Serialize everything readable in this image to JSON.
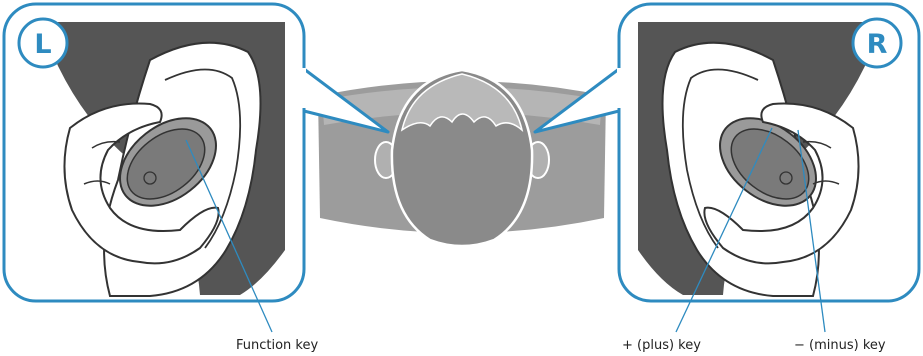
{
  "colors": {
    "accent": "#2e8bc0",
    "badge_fill": "#ffffff",
    "head": "#8a8a8a",
    "head_light": "#b9b9b9",
    "shoulders": "#9c9c9c",
    "ear_dark": "#5a5a5a",
    "earbud": "#7a7a7a",
    "outline": "#333333"
  },
  "left_panel": {
    "badge": "L",
    "icon": "left-earbud-in-ear-illustration"
  },
  "right_panel": {
    "badge": "R",
    "icon": "right-earbud-in-ear-illustration"
  },
  "center": {
    "icon": "head-top-view-icon"
  },
  "callouts": {
    "function_key": "Function key",
    "plus_key": "+ (plus) key",
    "minus_key": "− (minus) key"
  }
}
